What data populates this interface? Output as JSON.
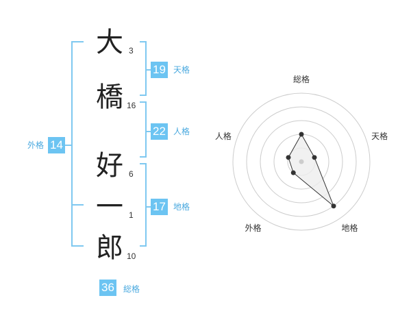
{
  "name": {
    "characters": [
      {
        "char": "大",
        "strokes": "3"
      },
      {
        "char": "橋",
        "strokes": "16"
      },
      {
        "char": "好",
        "strokes": "6"
      },
      {
        "char": "一",
        "strokes": "1"
      },
      {
        "char": "郎",
        "strokes": "10"
      }
    ]
  },
  "fortunes": {
    "tenkaku": {
      "label": "天格",
      "value": "19"
    },
    "jinkaku": {
      "label": "人格",
      "value": "22"
    },
    "chikaku": {
      "label": "地格",
      "value": "17"
    },
    "gaikaku": {
      "label": "外格",
      "value": "14"
    },
    "soukaku": {
      "label": "総格",
      "value": "36"
    }
  },
  "colors": {
    "accent": "#6cc4f2",
    "bracket": "#7ec8f0",
    "radar_fill": "#eeeeee"
  },
  "chart_data": {
    "type": "radar",
    "axes": [
      "総格",
      "天格",
      "地格",
      "外格",
      "人格"
    ],
    "rings": 4,
    "values": [
      2,
      1,
      4,
      1,
      1
    ],
    "max": 4
  }
}
